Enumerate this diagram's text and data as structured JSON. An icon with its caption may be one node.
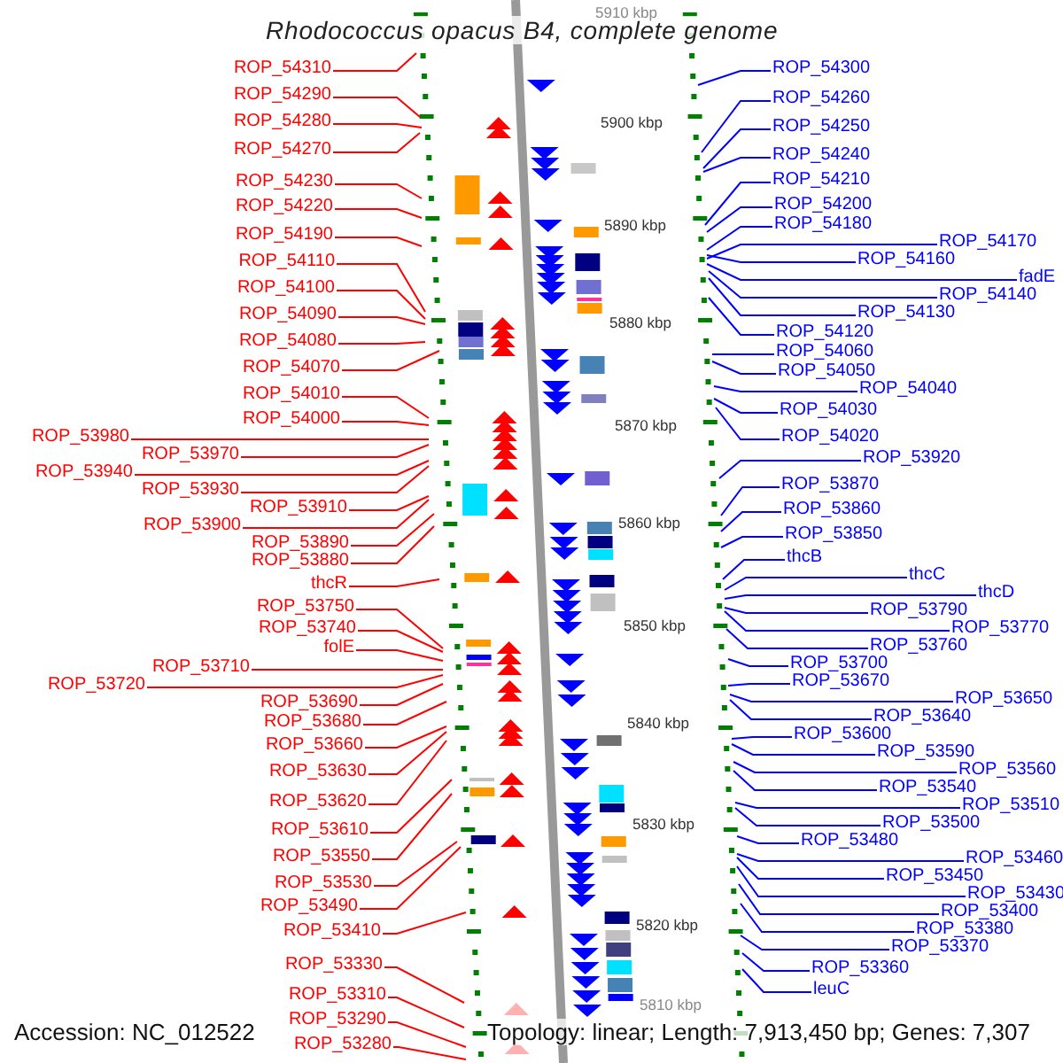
{
  "diagram": {
    "title": "Rhodococcus opacus B4, complete genome",
    "nodes": [
      {
        "text": [
          "ROP_54310"
        ]
      },
      {
        "text": [
          "ROP_54290"
        ]
      },
      {
        "text": [
          "ROP_54280"
        ]
      },
      {
        "text": [
          "ROP_54270"
        ]
      },
      {
        "text": [
          "ROP_54230"
        ]
      },
      {
        "text": [
          "ROP_54220"
        ]
      },
      {
        "text": [
          "ROP_54190"
        ]
      },
      {
        "text": [
          "ROP_54110"
        ]
      },
      {
        "text": [
          "ROP_54100"
        ]
      },
      {
        "text": [
          "ROP_54090"
        ]
      },
      {
        "text": [
          "ROP_54080"
        ]
      },
      {
        "text": [
          "ROP_54070"
        ]
      },
      {
        "text": [
          "ROP_54010"
        ]
      },
      {
        "text": [
          "ROP_54000"
        ]
      },
      {
        "text": [
          "ROP_53980"
        ]
      },
      {
        "text": [
          "ROP_53970"
        ]
      },
      {
        "text": [
          "ROP_53940"
        ]
      },
      {
        "text": [
          "ROP_53930"
        ]
      },
      {
        "text": [
          "ROP_53910"
        ]
      },
      {
        "text": [
          "ROP_53900"
        ]
      },
      {
        "text": [
          "ROP_53890"
        ]
      },
      {
        "text": [
          "ROP_53880"
        ]
      },
      {
        "text": [
          "thcR"
        ]
      },
      {
        "text": [
          "ROP_53750"
        ]
      },
      {
        "text": [
          "ROP_53740"
        ]
      },
      {
        "text": [
          "folE"
        ]
      },
      {
        "text": [
          "ROP_53720"
        ]
      },
      {
        "text": [
          "ROP_53710"
        ]
      },
      {
        "text": [
          "ROP_53690"
        ]
      },
      {
        "text": [
          "ROP_53680"
        ]
      },
      {
        "text": [
          "ROP_53660"
        ]
      },
      {
        "text": [
          "ROP_53630"
        ]
      },
      {
        "text": [
          "ROP_53620"
        ]
      },
      {
        "text": [
          "ROP_53610"
        ]
      },
      {
        "text": [
          "ROP_53550"
        ]
      },
      {
        "text": [
          "ROP_53530"
        ]
      },
      {
        "text": [
          "ROP_53490"
        ]
      },
      {
        "text": [
          "ROP_53410"
        ]
      },
      {
        "text": [
          "ROP_53330"
        ]
      },
      {
        "text": [
          "ROP_53310"
        ]
      },
      {
        "text": [
          "ROP_53290"
        ]
      },
      {
        "text": [
          "ROP_53280"
        ]
      },
      {
        "text": [
          "ROP_54300"
        ]
      },
      {
        "text": [
          "ROP_54260"
        ]
      },
      {
        "text": [
          "ROP_54250"
        ]
      },
      {
        "text": [
          "ROP_54240"
        ]
      },
      {
        "text": [
          "ROP_54210"
        ]
      },
      {
        "text": [
          "ROP_54200"
        ]
      },
      {
        "text": [
          "ROP_54180"
        ]
      },
      {
        "text": [
          "ROP_54160"
        ]
      },
      {
        "text": [
          "ROP_54170"
        ]
      },
      {
        "text": [
          "fadE"
        ]
      },
      {
        "text": [
          "ROP_54140"
        ]
      },
      {
        "text": [
          "ROP_54130"
        ]
      },
      {
        "text": [
          "ROP_54120"
        ]
      },
      {
        "text": [
          "ROP_54060"
        ]
      },
      {
        "text": [
          "ROP_54050"
        ]
      },
      {
        "text": [
          "ROP_54040"
        ]
      },
      {
        "text": [
          "ROP_54030"
        ]
      },
      {
        "text": [
          "ROP_54020"
        ]
      },
      {
        "text": [
          "ROP_53920"
        ]
      },
      {
        "text": [
          "ROP_53870"
        ]
      },
      {
        "text": [
          "ROP_53860"
        ]
      },
      {
        "text": [
          "ROP_53850"
        ]
      },
      {
        "text": [
          "thcB"
        ]
      },
      {
        "text": [
          "thcC"
        ]
      },
      {
        "text": [
          "thcD"
        ]
      },
      {
        "text": [
          "ROP_53790"
        ]
      },
      {
        "text": [
          "ROP_53770"
        ]
      },
      {
        "text": [
          "ROP_53760"
        ]
      },
      {
        "text": [
          "ROP_53700"
        ]
      },
      {
        "text": [
          "ROP_53670"
        ]
      },
      {
        "text": [
          "ROP_53650"
        ]
      },
      {
        "text": [
          "ROP_53640"
        ]
      },
      {
        "text": [
          "ROP_53600"
        ]
      },
      {
        "text": [
          "ROP_53590"
        ]
      },
      {
        "text": [
          "ROP_53560"
        ]
      },
      {
        "text": [
          "ROP_53540"
        ]
      },
      {
        "text": [
          "ROP_53510"
        ]
      },
      {
        "text": [
          "ROP_53500"
        ]
      },
      {
        "text": [
          "ROP_53480"
        ]
      },
      {
        "text": [
          "ROP_53460"
        ]
      },
      {
        "text": [
          "ROP_53450"
        ]
      },
      {
        "text": [
          "ROP_53430"
        ]
      },
      {
        "text": [
          "ROP_53400"
        ]
      },
      {
        "text": [
          "ROP_53380"
        ]
      },
      {
        "text": [
          "ROP_53370"
        ]
      },
      {
        "text": [
          "ROP_53360"
        ]
      },
      {
        "text": [
          "leuC"
        ]
      }
    ],
    "edges": [
      {
        "from": 0,
        "to": null,
        "arrow": "none",
        "color": "#ff0000"
      },
      {
        "from": 1,
        "to": null,
        "arrow": "none",
        "color": "#ff0000"
      },
      {
        "from": 2,
        "to": null,
        "arrow": "none",
        "color": "#ff0000"
      },
      {
        "from": 3,
        "to": null,
        "arrow": "none",
        "color": "#ff0000"
      },
      {
        "from": 4,
        "to": null,
        "arrow": "none",
        "color": "#ff0000"
      },
      {
        "from": 5,
        "to": null,
        "arrow": "none",
        "color": "#ff0000"
      },
      {
        "from": 6,
        "to": null,
        "arrow": "none",
        "color": "#ff0000"
      },
      {
        "from": 7,
        "to": null,
        "arrow": "none",
        "color": "#ff0000"
      },
      {
        "from": 8,
        "to": null,
        "arrow": "none",
        "color": "#ff0000"
      },
      {
        "from": 9,
        "to": null,
        "arrow": "none",
        "color": "#ff0000"
      },
      {
        "from": 10,
        "to": null,
        "arrow": "none",
        "color": "#ff0000"
      },
      {
        "from": 11,
        "to": null,
        "arrow": "none",
        "color": "#ff0000"
      },
      {
        "from": 12,
        "to": null,
        "arrow": "none",
        "color": "#ff0000"
      },
      {
        "from": 13,
        "to": null,
        "arrow": "none",
        "color": "#ff0000"
      },
      {
        "from": 14,
        "to": null,
        "arrow": "none",
        "color": "#ff0000"
      },
      {
        "from": 15,
        "to": null,
        "arrow": "none",
        "color": "#ff0000"
      },
      {
        "from": 16,
        "to": null,
        "arrow": "none",
        "color": "#ff0000"
      },
      {
        "from": 17,
        "to": null,
        "arrow": "none",
        "color": "#ff0000"
      },
      {
        "from": 18,
        "to": null,
        "arrow": "none",
        "color": "#ff0000"
      },
      {
        "from": 19,
        "to": null,
        "arrow": "none",
        "color": "#ff0000"
      },
      {
        "from": 20,
        "to": null,
        "arrow": "none",
        "color": "#ff0000"
      },
      {
        "from": 21,
        "to": null,
        "arrow": "none",
        "color": "#ff0000"
      },
      {
        "from": 22,
        "to": null,
        "arrow": "none",
        "color": "#ff0000"
      },
      {
        "from": 23,
        "to": null,
        "arrow": "none",
        "color": "#ff0000"
      },
      {
        "from": 24,
        "to": null,
        "arrow": "none",
        "color": "#ff0000"
      },
      {
        "from": 25,
        "to": null,
        "arrow": "none",
        "color": "#ff0000"
      },
      {
        "from": 26,
        "to": null,
        "arrow": "none",
        "color": "#ff0000"
      },
      {
        "from": 27,
        "to": null,
        "arrow": "none",
        "color": "#ff0000"
      },
      {
        "from": 28,
        "to": null,
        "arrow": "none",
        "color": "#ff0000"
      },
      {
        "from": 29,
        "to": null,
        "arrow": "none",
        "color": "#ff0000"
      },
      {
        "from": 30,
        "to": null,
        "arrow": "none",
        "color": "#ff0000"
      },
      {
        "from": 31,
        "to": null,
        "arrow": "none",
        "color": "#ff0000"
      },
      {
        "from": 32,
        "to": null,
        "arrow": "none",
        "color": "#ff0000"
      },
      {
        "from": 33,
        "to": null,
        "arrow": "none",
        "color": "#ff0000"
      },
      {
        "from": 34,
        "to": null,
        "arrow": "none",
        "color": "#ff0000"
      },
      {
        "from": 35,
        "to": null,
        "arrow": "none",
        "color": "#ff0000"
      },
      {
        "from": 36,
        "to": null,
        "arrow": "none",
        "color": "#ff0000"
      },
      {
        "from": 37,
        "to": null,
        "arrow": "none",
        "color": "#ff0000"
      },
      {
        "from": 38,
        "to": null,
        "arrow": "none",
        "color": "#ff0000"
      },
      {
        "from": 39,
        "to": null,
        "arrow": "none",
        "color": "#ff0000"
      },
      {
        "from": 40,
        "to": null,
        "arrow": "none",
        "color": "#ff0000"
      },
      {
        "from": 41,
        "to": null,
        "arrow": "none",
        "color": "#ff0000"
      },
      {
        "from": 42,
        "to": null,
        "arrow": "none"
      },
      {
        "from": 43,
        "to": null,
        "arrow": "none"
      },
      {
        "from": 44,
        "to": null,
        "arrow": "none"
      },
      {
        "from": 45,
        "to": null,
        "arrow": "none"
      },
      {
        "from": 46,
        "to": null,
        "arrow": "none"
      },
      {
        "from": 47,
        "to": null,
        "arrow": "none"
      },
      {
        "from": 48,
        "to": null,
        "arrow": "none"
      },
      {
        "from": 49,
        "to": null,
        "arrow": "none"
      },
      {
        "from": 50,
        "to": null,
        "arrow": "none"
      },
      {
        "from": 51,
        "to": null,
        "arrow": "none"
      },
      {
        "from": 52,
        "to": null,
        "arrow": "none"
      },
      {
        "from": 53,
        "to": null,
        "arrow": "none"
      },
      {
        "from": 54,
        "to": null,
        "arrow": "none"
      },
      {
        "from": 55,
        "to": null,
        "arrow": "none"
      },
      {
        "from": 56,
        "to": null,
        "arrow": "none"
      },
      {
        "from": 57,
        "to": null,
        "arrow": "none"
      },
      {
        "from": 58,
        "to": null,
        "arrow": "none"
      },
      {
        "from": 59,
        "to": null,
        "arrow": "none"
      },
      {
        "from": 60,
        "to": null,
        "arrow": "none"
      },
      {
        "from": 61,
        "to": null,
        "arrow": "none"
      },
      {
        "from": 62,
        "to": null,
        "arrow": "none"
      },
      {
        "from": 63,
        "to": null,
        "arrow": "none"
      },
      {
        "from": 64,
        "to": null,
        "arrow": "none"
      },
      {
        "from": 65,
        "to": null,
        "arrow": "none"
      },
      {
        "from": 66,
        "to": null,
        "arrow": "none"
      },
      {
        "from": 67,
        "to": null,
        "arrow": "none"
      },
      {
        "from": 68,
        "to": null,
        "arrow": "none"
      },
      {
        "from": 69,
        "to": null,
        "arrow": "none"
      },
      {
        "from": 70,
        "to": null,
        "arrow": "none"
      },
      {
        "from": 71,
        "to": null,
        "arrow": "none"
      },
      {
        "from": 72,
        "to": null,
        "arrow": "none"
      },
      {
        "from": 73,
        "to": null,
        "arrow": "none"
      },
      {
        "from": 74,
        "to": null,
        "arrow": "none"
      },
      {
        "from": 75,
        "to": null,
        "arrow": "none"
      },
      {
        "from": 76,
        "to": null,
        "arrow": "none"
      },
      {
        "from": 77,
        "to": null,
        "arrow": "none"
      },
      {
        "from": 78,
        "to": null,
        "arrow": "none"
      },
      {
        "from": 79,
        "to": null,
        "arrow": "none"
      },
      {
        "from": 80,
        "to": null,
        "arrow": "none"
      },
      {
        "from": 81,
        "to": null,
        "arrow": "none"
      },
      {
        "from": 82,
        "to": null,
        "arrow": "none"
      },
      {
        "from": 83,
        "to": null,
        "arrow": "none"
      },
      {
        "from": 84,
        "to": null,
        "arrow": "none"
      },
      {
        "from": 85,
        "to": null,
        "arrow": "none"
      },
      {
        "from": 86,
        "to": null,
        "arrow": "none"
      },
      {
        "from": 87,
        "to": null,
        "arrow": "none"
      },
      {
        "from": 88,
        "to": null,
        "arrow": "none"
      }
    ],
    "labels": [
      "5910 kbp",
      "5900 kbp",
      "5890 kbp",
      "5880 kbp",
      "5870 kbp",
      "5860 kbp",
      "5850 kbp",
      "5840 kbp",
      "5830 kbp",
      "5820 kbp",
      "5810 kbp",
      "Accession: NC_012522",
      "Topology: linear; Length: 7,913,450 bp; Genes: 7,307"
    ]
  }
}
